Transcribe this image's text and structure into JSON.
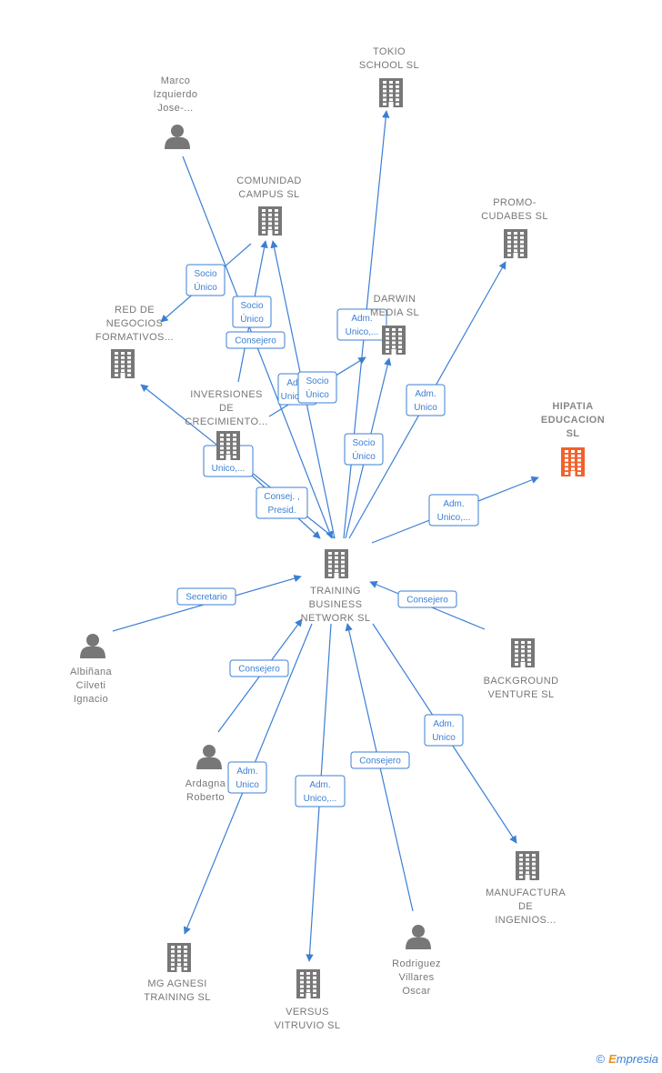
{
  "colors": {
    "edge": "#3b7fd4",
    "building": "#777777",
    "building_highlight": "#f0622d",
    "person": "#777777"
  },
  "nodes": [
    {
      "id": "tokio",
      "type": "company",
      "label": [
        "TOKIO",
        "SCHOOL  SL"
      ]
    },
    {
      "id": "marco",
      "type": "person",
      "label": [
        "Marco",
        "Izquierdo",
        "Jose-..."
      ]
    },
    {
      "id": "comunidad",
      "type": "company",
      "label": [
        "COMUNIDAD",
        "CAMPUS  SL"
      ]
    },
    {
      "id": "promo",
      "type": "company",
      "label": [
        "PROMO-",
        "CUDABES SL"
      ]
    },
    {
      "id": "red",
      "type": "company",
      "label": [
        "RED DE",
        "NEGOCIOS",
        "FORMATIVOS..."
      ]
    },
    {
      "id": "darwin",
      "type": "company",
      "label": [
        "DARWIN",
        "MEDIA  SL"
      ]
    },
    {
      "id": "hipatia",
      "type": "company",
      "highlight": true,
      "label": [
        "HIPATIA",
        "EDUCACION",
        "SL"
      ]
    },
    {
      "id": "inversiones",
      "type": "company",
      "label": [
        "INVERSIONES",
        "DE",
        "CRECIMIENTO..."
      ]
    },
    {
      "id": "training",
      "type": "company",
      "focus": true,
      "label": [
        "TRAINING",
        "BUSINESS",
        "NETWORK  SL"
      ]
    },
    {
      "id": "albinana",
      "type": "person",
      "label": [
        "Albiñana",
        "Cilveti",
        "Ignacio"
      ]
    },
    {
      "id": "background",
      "type": "company",
      "label": [
        "BACKGROUND",
        "VENTURE  SL"
      ]
    },
    {
      "id": "ardagna",
      "type": "person",
      "label": [
        "Ardagna",
        "Roberto"
      ]
    },
    {
      "id": "manufactura",
      "type": "company",
      "label": [
        "MANUFACTURA",
        "DE",
        "INGENIOS..."
      ]
    },
    {
      "id": "mgagnesi",
      "type": "company",
      "label": [
        "MG AGNESI",
        "TRAINING  SL"
      ]
    },
    {
      "id": "versus",
      "type": "company",
      "label": [
        "VERSUS",
        "VITRUVIO  SL"
      ]
    },
    {
      "id": "rodriguez",
      "type": "person",
      "label": [
        "Rodriguez",
        "Villares",
        "Oscar"
      ]
    }
  ],
  "edges": [
    {
      "from": "comunidad",
      "to": "red",
      "label": [
        "Socio",
        "Único"
      ]
    },
    {
      "from": "inversiones",
      "to": "comunidad",
      "label": [
        "Socio",
        "Único"
      ]
    },
    {
      "from": "marco",
      "to": "training",
      "label": [
        "Consejero"
      ]
    },
    {
      "from": "training",
      "to": "comunidad",
      "label": [
        "Adm.",
        "Unico,..."
      ]
    },
    {
      "from": "inversiones",
      "to": "darwin",
      "label": [
        "Socio",
        "Único"
      ]
    },
    {
      "from": "training",
      "to": "tokio",
      "label": [
        "Adm.",
        "Unico,..."
      ]
    },
    {
      "from": "training",
      "to": "darwin",
      "label": [
        "Socio",
        "Único"
      ]
    },
    {
      "from": "training",
      "to": "promo",
      "label": [
        "Adm.",
        "Unico"
      ]
    },
    {
      "from": "training",
      "to": "red",
      "label": [
        "Adm.",
        "Unico,..."
      ]
    },
    {
      "from": "inversiones",
      "to": "training",
      "label": [
        "Consej. ,",
        "Presid."
      ]
    },
    {
      "from": "training",
      "to": "hipatia",
      "label": [
        "Adm.",
        "Unico,..."
      ]
    },
    {
      "from": "albinana",
      "to": "training",
      "label": [
        "Secretario"
      ]
    },
    {
      "from": "background",
      "to": "training",
      "label": [
        "Consejero"
      ]
    },
    {
      "from": "ardagna",
      "to": "training",
      "label": [
        "Consejero"
      ]
    },
    {
      "from": "training",
      "to": "mgagnesi",
      "label": [
        "Adm.",
        "Unico"
      ]
    },
    {
      "from": "training",
      "to": "versus",
      "label": [
        "Adm.",
        "Unico,..."
      ]
    },
    {
      "from": "rodriguez",
      "to": "training",
      "label": [
        "Consejero"
      ]
    },
    {
      "from": "training",
      "to": "manufactura",
      "label": [
        "Adm.",
        "Unico"
      ]
    }
  ],
  "footer": {
    "copyright": "©",
    "brand_initial": "E",
    "brand_rest": "mpresia"
  }
}
